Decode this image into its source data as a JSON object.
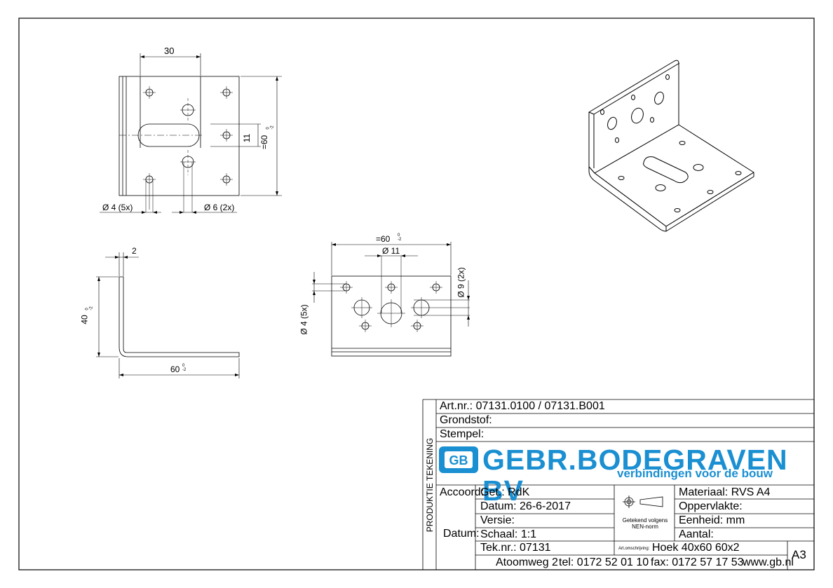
{
  "drawing": {
    "dims": {
      "top_width": "30",
      "slot_height": "11",
      "overall_height": "=60",
      "overall_height_tol": "0\n-2",
      "hole4": "Ø 4 (5x)",
      "hole6": "Ø 6 (2x)",
      "thickness": "2",
      "leg_height": "40",
      "leg_height_tol": "0\n-2",
      "leg_length": "60",
      "leg_length_tol": "0\n-2",
      "front_width": "=60",
      "front_width_tol": "0\n-2",
      "front_hole11": "Ø 11",
      "front_hole9": "Ø 9 (2x)",
      "front_hole4": "Ø 4 (5x)"
    }
  },
  "title_block": {
    "side_label": "PRODUKTIE TEKENING",
    "art_nr": "Art.nr.:  07131.0100 / 07131.B001",
    "grondstof": "Grondstof:",
    "stempel": "Stempel:",
    "logo_main": "GEBR.BODEGRAVEN BV",
    "logo_sub": "verbindingen voor de bouw",
    "logo_mark": "GB",
    "accoord": "Accoord:",
    "datum_label": "Datum:",
    "get": "Get.: RdK",
    "datum": "Datum: 26-6-2017",
    "versie": "Versie:",
    "schaal": "Schaal: 1:1",
    "tek_nr": "Tek.nr.: 07131",
    "getekend_volgens": "Getekend volgens",
    "nen_norm": "NEN-norm",
    "materiaal": "Materiaal: RVS A4",
    "oppervlakte": "Oppervlakte:",
    "eenheid": "Eenheid: mm",
    "aantal": "Aantal:",
    "art_omschrijving_label": "Art.omschrijving:",
    "art_omschrijving": "Hoek 40x60  60x2",
    "address": "Atoomweg 2",
    "tel": "tel: 0172 52 01 10",
    "fax": "fax: 0172 57 17 53",
    "web": "www.gb.nl",
    "format": "A3"
  },
  "colors": {
    "brand": "#1a8fd1",
    "line": "#000000"
  }
}
